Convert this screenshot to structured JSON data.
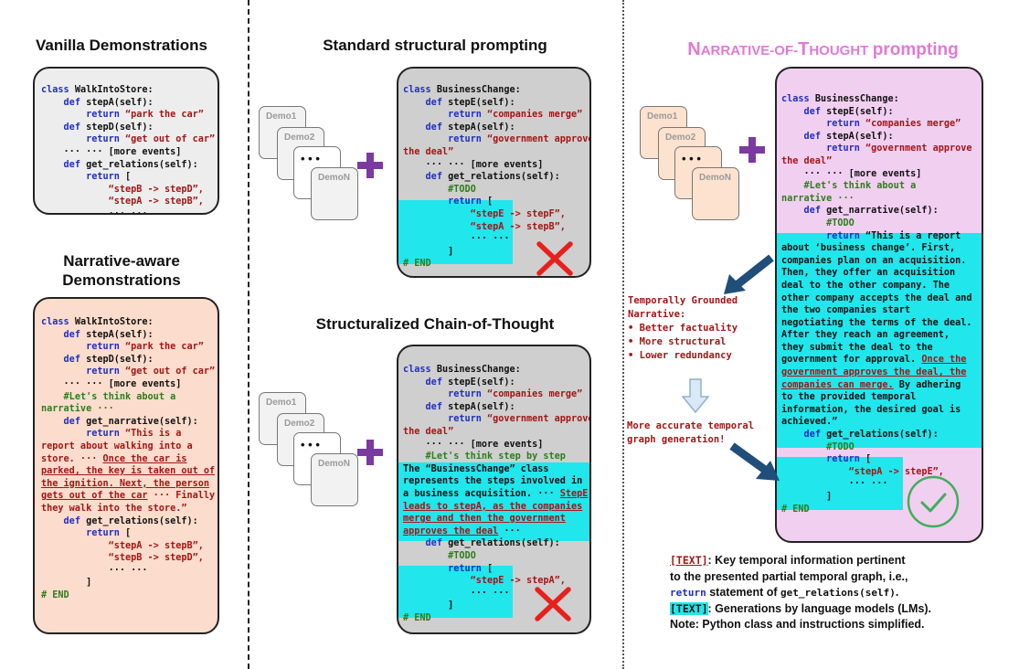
{
  "titles": {
    "vanilla": "Vanilla Demonstrations",
    "narrative_aware_1": "Narrative-aware",
    "narrative_aware_2": "Demonstrations",
    "standard": "Standard structural prompting",
    "sct": "Structuralized Chain-of-Thought",
    "not_n": "N",
    "not_part1": "ARRATIVE-OF-",
    "not_t": "T",
    "not_part2": "HOUGHT",
    "not_suffix": "prompting"
  },
  "demo_labels": [
    "Demo1",
    "Demo2",
    "• • •",
    "DemoN"
  ],
  "code_tokens": {
    "class": "class",
    "def": "def",
    "return": "return",
    "walk_class": "WalkIntoStore:",
    "biz_class": "BusinessChange:",
    "stepA": "stepA(self):",
    "stepD": "stepD(self):",
    "stepE": "stepE(self):",
    "get_relations": "get_relations(self):",
    "get_narrative": "get_narrative(self):",
    "park": "“park the car”",
    "getout": "“get out of car”",
    "more_events": "··· ··· [more events]",
    "return_bracket": "[",
    "close_bracket": "]",
    "ellipsis": "··· ···",
    "end": "# END",
    "todo": "#TODO",
    "rel_BD": "“stepB -> stepD”,",
    "rel_AB": "“stepA -> stepB”,",
    "rel_AB2": "“stepA -> stepB”,",
    "rel_BD2": "“stepB -> stepD”,",
    "rel_EF": "“stepE -> stepF”,",
    "rel_AB3": "“stepA -> stepB”,",
    "rel_EA": "“stepE -> stepA”,",
    "rel_AE": "“stepA -> stepE”,",
    "merge": "“companies merge”",
    "gov1": "“government approve",
    "gov2": "the deal”",
    "lets_think_narr1": "#Let's think about a",
    "lets_think_narr2": "narrative ···",
    "lets_step": "#Let's think step by step"
  },
  "narrative_walk": {
    "l1": "“This is a",
    "l2": "report about walking into a",
    "l3": "store. ··· ",
    "l3u": "Once the car is",
    "l4u": "parked, the key is taken out of",
    "l5u": "the ignition. Next, the person",
    "l6u": "gets out of the car",
    "l6": " ··· Finally",
    "l7": "they walk into the store.”"
  },
  "sct_text": {
    "l1": "The “BusinessChange” class",
    "l2": "represents the steps involved in",
    "l3": "a business acquisition. ··· ",
    "l3u": "StepE",
    "l4u": "leads to stepA, as the companies",
    "l5u": "merge and then the government",
    "l6u": "approves the deal",
    "l6": " ···"
  },
  "not_narrative": {
    "l0": "“This is a report",
    "l1": "about ‘business change’. First,",
    "l2": "companies plan on an acquisition.",
    "l3": "Then, they offer an acquisition",
    "l4": "deal to the other company. The",
    "l5": "other company accepts the deal and",
    "l6": "the two companies start",
    "l7": "negotiating the terms of the deal.",
    "l8": "After they reach an agreement,",
    "l9": "they submit the deal to the",
    "l10": "government for approval. ",
    "l10u": "Once the",
    "l11u": "government approves the deal, the",
    "l12u": "companies can merge.",
    "l12": " By adhering",
    "l13": "to the provided temporal",
    "l14": "information, the desired goal is",
    "l15": "achieved.”"
  },
  "benefits": {
    "heading1": "Temporally Grounded",
    "heading2": "Narrative:",
    "b1": "• Better factuality",
    "b2": "• More structural",
    "b3": "• Lower redundancy",
    "result1": "More accurate temporal",
    "result2": "graph generation!"
  },
  "legend": {
    "tag": "[TEXT]",
    "line1": ": Key temporal information pertinent",
    "line2": "to the presented partial temporal graph, i.e.,",
    "line3_code_return": "return",
    "line3_mid": " statement of ",
    "line3_code_fn": "get_relations(self)",
    "line3_end": ".",
    "line4": ": Generations by language models (LMs).",
    "line5": "Note: Python class and instructions simplified."
  },
  "colors": {
    "vanilla_bg": "#ededed",
    "narrative_bg": "#fcdccc",
    "standard_bg": "#cfcfcf",
    "not_bg": "#f1cff1",
    "highlight": "#21e6ec",
    "keyword": "#1f2fbf",
    "string": "#a31515",
    "comment": "#2e7d1a",
    "not_title": "#e07ad6",
    "demo_light": "#fde2cf",
    "cross": "#e8201c",
    "plus": "#7b3aa0",
    "arrow": "#1f4e79",
    "check": "#3fae5a"
  }
}
